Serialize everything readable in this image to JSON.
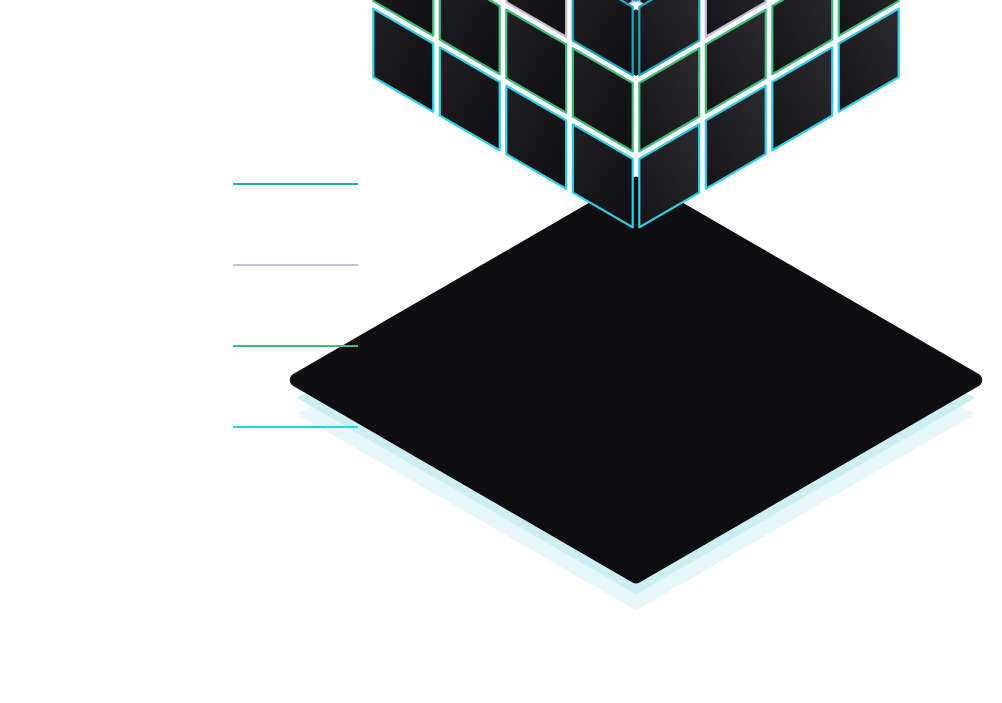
{
  "diagram": {
    "grid_size": 4,
    "layers": [
      {
        "id": "layer-1",
        "stroke": "#16A9C4"
      },
      {
        "id": "layer-2",
        "stroke": "#C4BED8"
      },
      {
        "id": "layer-3",
        "stroke": "#3DBE7C"
      },
      {
        "id": "layer-4",
        "stroke": "#2DD0EA"
      }
    ],
    "highlighted_cube": {
      "stroke": "#19A7C2"
    },
    "colors": {
      "cube_top": "#1E1E21",
      "cube_left": "#19191B",
      "cube_right": "#232326",
      "cube_edge_light": "#FFFFFF",
      "platform": "#0E0E10",
      "platform_shadow_1": "#CDEFF4",
      "platform_shadow_2": "#E6F6F9"
    }
  }
}
